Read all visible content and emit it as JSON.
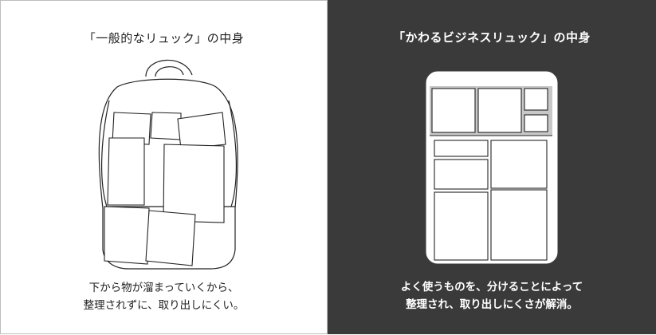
{
  "left": {
    "title": "「一般的なリュック」の中身",
    "caption_line1": "下から物が溜まっていくから、",
    "caption_line2": "整理されずに、取り出しにくい。"
  },
  "right": {
    "title": "「かわるビジネスリュック」の中身",
    "caption_line1": "よく使うものを、分けることによって",
    "caption_line2": "整理され、取り出しにくさが解消。"
  },
  "colors": {
    "left_bg": "#ffffff",
    "right_bg": "#3a3a3a",
    "line": "#222222",
    "right_header_band": "#c8c8c8"
  },
  "icons": {
    "left": "cluttered-backpack-illustration",
    "right": "organized-backpack-illustration"
  }
}
